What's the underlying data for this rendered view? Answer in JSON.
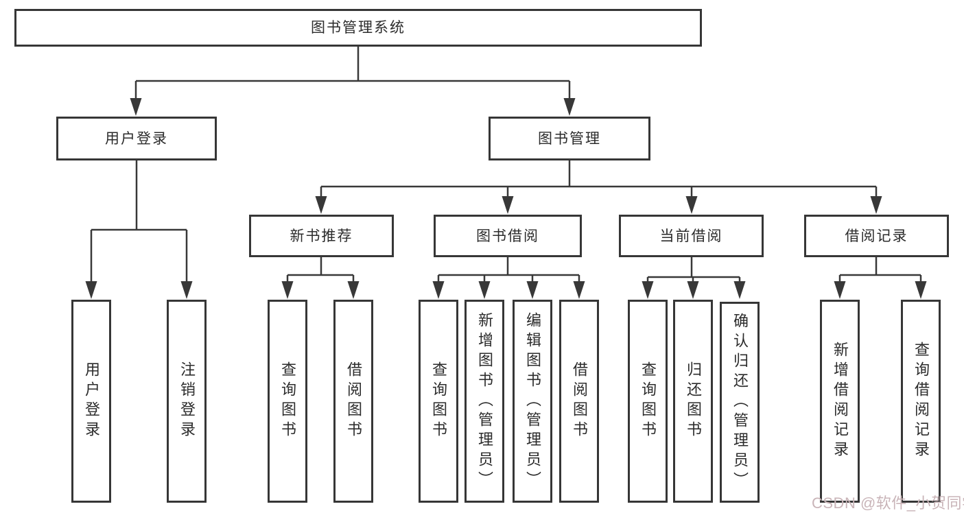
{
  "diagram_title": "图书管理系统",
  "tree": {
    "root_label": "图书管理系统",
    "branches": [
      {
        "label": "用户登录",
        "children": [
          {
            "label": "用户登录"
          },
          {
            "label": "注销登录"
          }
        ]
      },
      {
        "label": "图书管理",
        "children": [
          {
            "label": "新书推荐",
            "children": [
              {
                "label": "查询图书"
              },
              {
                "label": "借阅图书"
              }
            ]
          },
          {
            "label": "图书借阅",
            "children": [
              {
                "label": "查询图书"
              },
              {
                "label": "新增图书（管理员）"
              },
              {
                "label": "编辑图书（管理员）"
              },
              {
                "label": "借阅图书"
              }
            ]
          },
          {
            "label": "当前借阅",
            "children": [
              {
                "label": "查询图书"
              },
              {
                "label": "归还图书"
              },
              {
                "label": "确认归还（管理员）"
              }
            ]
          },
          {
            "label": "借阅记录",
            "children": [
              {
                "label": "新增借阅记录"
              },
              {
                "label": "查询借阅记录"
              }
            ]
          }
        ]
      }
    ]
  },
  "watermark": {
    "text": "CSDN @软件_小贺同学",
    "color": "#c9b4b8"
  },
  "colors": {
    "line": "#383838",
    "box_border": "#363636",
    "text": "#2b2b2b",
    "background": "#ffffff"
  }
}
